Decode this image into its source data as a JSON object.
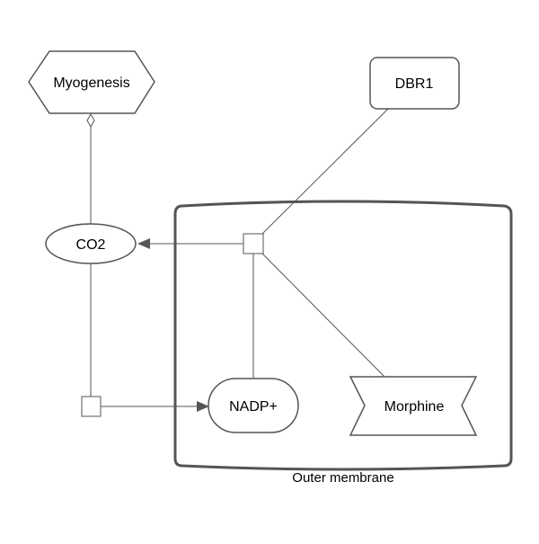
{
  "diagram": {
    "colors": {
      "stroke": "#555555",
      "background": "#ffffff",
      "text": "#000000"
    },
    "compartment": {
      "label": "Outer membrane"
    },
    "nodes": {
      "myogenesis": {
        "label": "Myogenesis",
        "shape": "hexagon"
      },
      "dbr1": {
        "label": "DBR1",
        "shape": "rounded-rectangle"
      },
      "co2": {
        "label": "CO2",
        "shape": "ellipse"
      },
      "nadp": {
        "label": "NADP+",
        "shape": "stadium"
      },
      "morphine": {
        "label": "Morphine",
        "shape": "bow-tie"
      }
    },
    "edges": [
      {
        "from": "process-right",
        "to": "co2",
        "arrow": "filled-triangle"
      },
      {
        "from": "process-left",
        "to": "nadp",
        "arrow": "filled-triangle"
      },
      {
        "from": "co2",
        "to": "myogenesis",
        "arrow": "open-diamond"
      },
      {
        "from": "dbr1",
        "to": "process-right",
        "arrow": "none"
      },
      {
        "from": "nadp",
        "to": "process-right",
        "arrow": "none"
      },
      {
        "from": "morphine",
        "to": "process-right",
        "arrow": "none"
      },
      {
        "from": "co2",
        "to": "process-left",
        "arrow": "none"
      }
    ]
  }
}
